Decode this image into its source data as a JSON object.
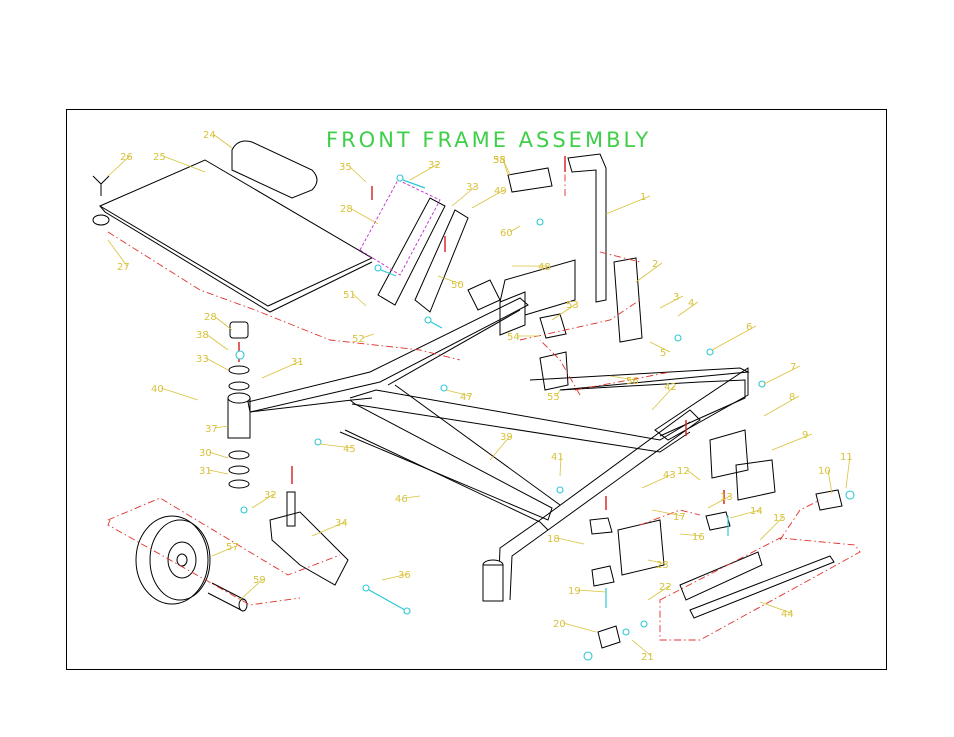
{
  "diagram": {
    "title": "FRONT FRAME ASSEMBLY",
    "colors": {
      "linework": "#000000",
      "title": "#3fcf4a",
      "part_numbers": "#d8c23a",
      "centerlines": "#e0302a",
      "hardware": "#2ec7d6",
      "hidden": "#c02bd0"
    },
    "callouts": [
      {
        "id": "c1",
        "label": "24"
      },
      {
        "id": "c2",
        "label": "26"
      },
      {
        "id": "c3",
        "label": "25"
      },
      {
        "id": "c4",
        "label": "27"
      },
      {
        "id": "c5",
        "label": "35"
      },
      {
        "id": "c6",
        "label": "32"
      },
      {
        "id": "c7",
        "label": "33"
      },
      {
        "id": "c8",
        "label": "28"
      },
      {
        "id": "c9",
        "label": "35"
      },
      {
        "id": "c10",
        "label": "58"
      },
      {
        "id": "c11",
        "label": "1"
      },
      {
        "id": "c12",
        "label": "2"
      },
      {
        "id": "c13",
        "label": "3"
      },
      {
        "id": "c14",
        "label": "4"
      },
      {
        "id": "c15",
        "label": "5"
      },
      {
        "id": "c16",
        "label": "28"
      },
      {
        "id": "c17",
        "label": "38"
      },
      {
        "id": "c18",
        "label": "33"
      },
      {
        "id": "c19",
        "label": "31"
      },
      {
        "id": "c20",
        "label": "40"
      },
      {
        "id": "c21",
        "label": "37"
      },
      {
        "id": "c22",
        "label": "30"
      },
      {
        "id": "c23",
        "label": "31"
      },
      {
        "id": "c24",
        "label": "32"
      },
      {
        "id": "c25",
        "label": "6"
      },
      {
        "id": "c26",
        "label": "7"
      },
      {
        "id": "c27",
        "label": "8"
      },
      {
        "id": "c28",
        "label": "9"
      },
      {
        "id": "c29",
        "label": "10"
      },
      {
        "id": "c30",
        "label": "11"
      },
      {
        "id": "c31",
        "label": "12"
      },
      {
        "id": "c32",
        "label": "13"
      },
      {
        "id": "c33",
        "label": "14"
      },
      {
        "id": "c34",
        "label": "15"
      },
      {
        "id": "c35",
        "label": "16"
      },
      {
        "id": "c36",
        "label": "17"
      },
      {
        "id": "c37",
        "label": "18"
      },
      {
        "id": "c38",
        "label": "19"
      },
      {
        "id": "c39",
        "label": "20"
      },
      {
        "id": "c40",
        "label": "21"
      },
      {
        "id": "c41",
        "label": "22"
      },
      {
        "id": "c42",
        "label": "23"
      },
      {
        "id": "c43",
        "label": "34"
      },
      {
        "id": "c44",
        "label": "36"
      },
      {
        "id": "c45",
        "label": "39"
      },
      {
        "id": "c46",
        "label": "41"
      },
      {
        "id": "c47",
        "label": "42"
      },
      {
        "id": "c48",
        "label": "43"
      },
      {
        "id": "c49",
        "label": "44"
      },
      {
        "id": "c50",
        "label": "45"
      },
      {
        "id": "c51",
        "label": "46"
      },
      {
        "id": "c52",
        "label": "47"
      },
      {
        "id": "c53",
        "label": "48"
      },
      {
        "id": "c54",
        "label": "49"
      },
      {
        "id": "c55",
        "label": "50"
      },
      {
        "id": "c56",
        "label": "51"
      },
      {
        "id": "c57",
        "label": "52"
      },
      {
        "id": "c58",
        "label": "53"
      },
      {
        "id": "c59",
        "label": "54"
      },
      {
        "id": "c60",
        "label": "55"
      },
      {
        "id": "c61",
        "label": "56"
      },
      {
        "id": "c62",
        "label": "57"
      },
      {
        "id": "c63",
        "label": "59"
      },
      {
        "id": "c64",
        "label": "60"
      }
    ]
  }
}
